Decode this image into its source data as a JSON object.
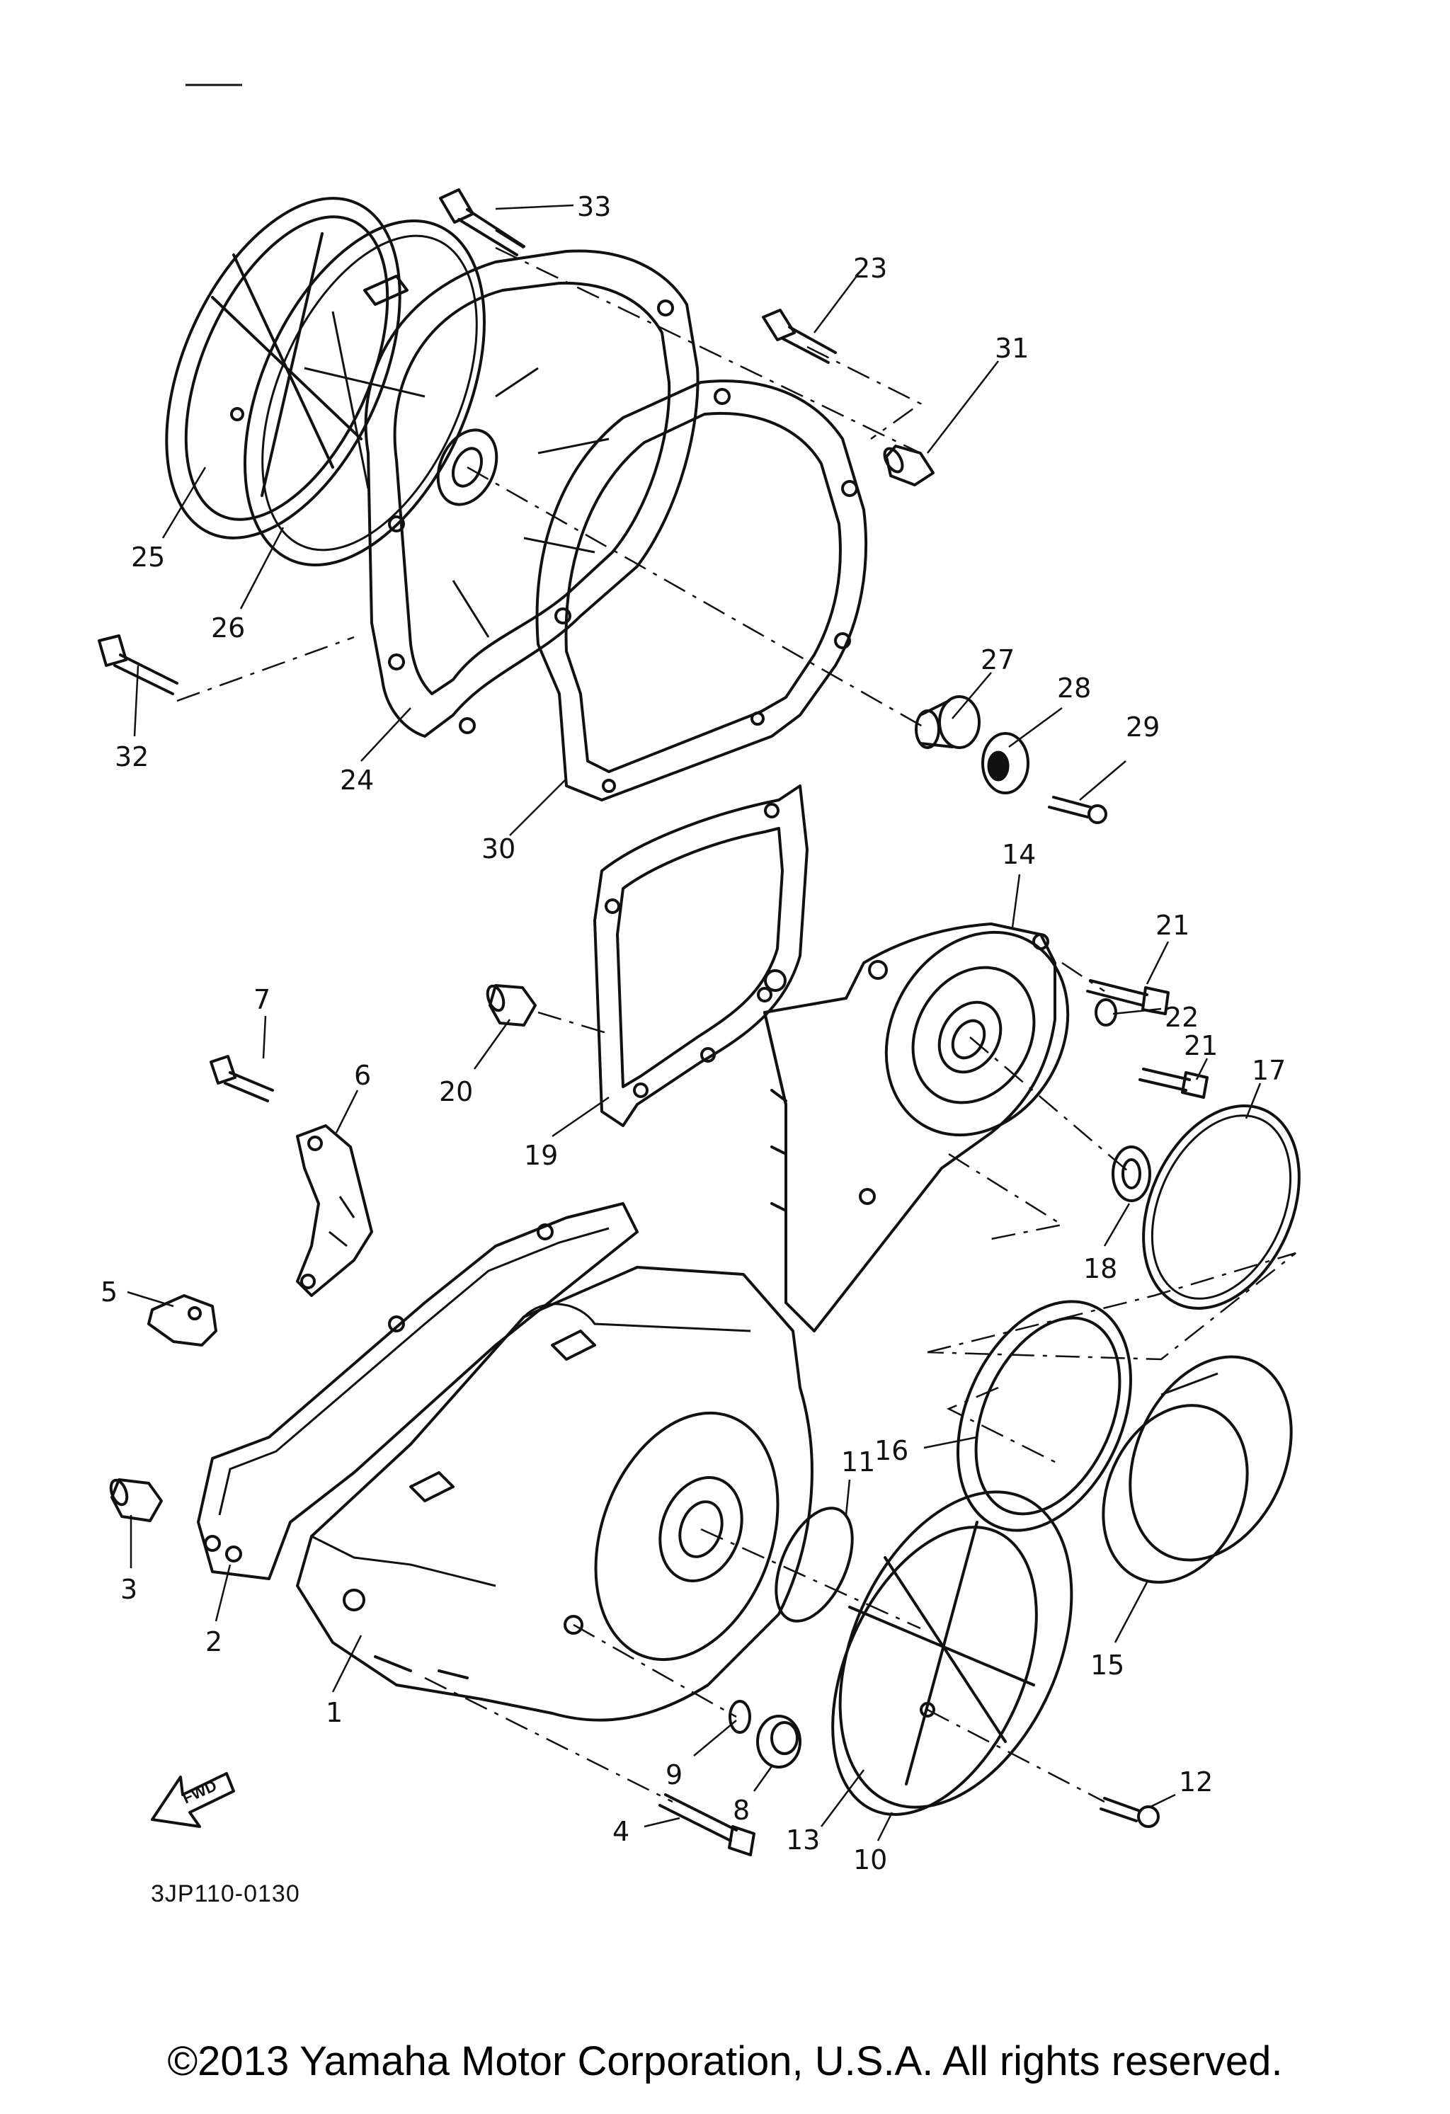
{
  "diagram": {
    "drawing_code": "3JP110-0130",
    "fwd_label": "FWD",
    "callouts": {
      "c1": "1",
      "c2": "2",
      "c3": "3",
      "c4": "4",
      "c5": "5",
      "c6": "6",
      "c7": "7",
      "c8": "8",
      "c9": "9",
      "c10": "10",
      "c11": "11",
      "c12": "12",
      "c13": "13",
      "c14": "14",
      "c15": "15",
      "c16": "16",
      "c17": "17",
      "c18": "18",
      "c19": "19",
      "c20": "20",
      "c21a": "21",
      "c21b": "21",
      "c22": "22",
      "c23": "23",
      "c24": "24",
      "c25": "25",
      "c26": "26",
      "c27": "27",
      "c28": "28",
      "c29": "29",
      "c30": "30",
      "c31": "31",
      "c32": "32",
      "c33": "33"
    }
  },
  "footer": {
    "copyright": "©2013 Yamaha Motor Corporation, U.S.A. All rights reserved."
  }
}
